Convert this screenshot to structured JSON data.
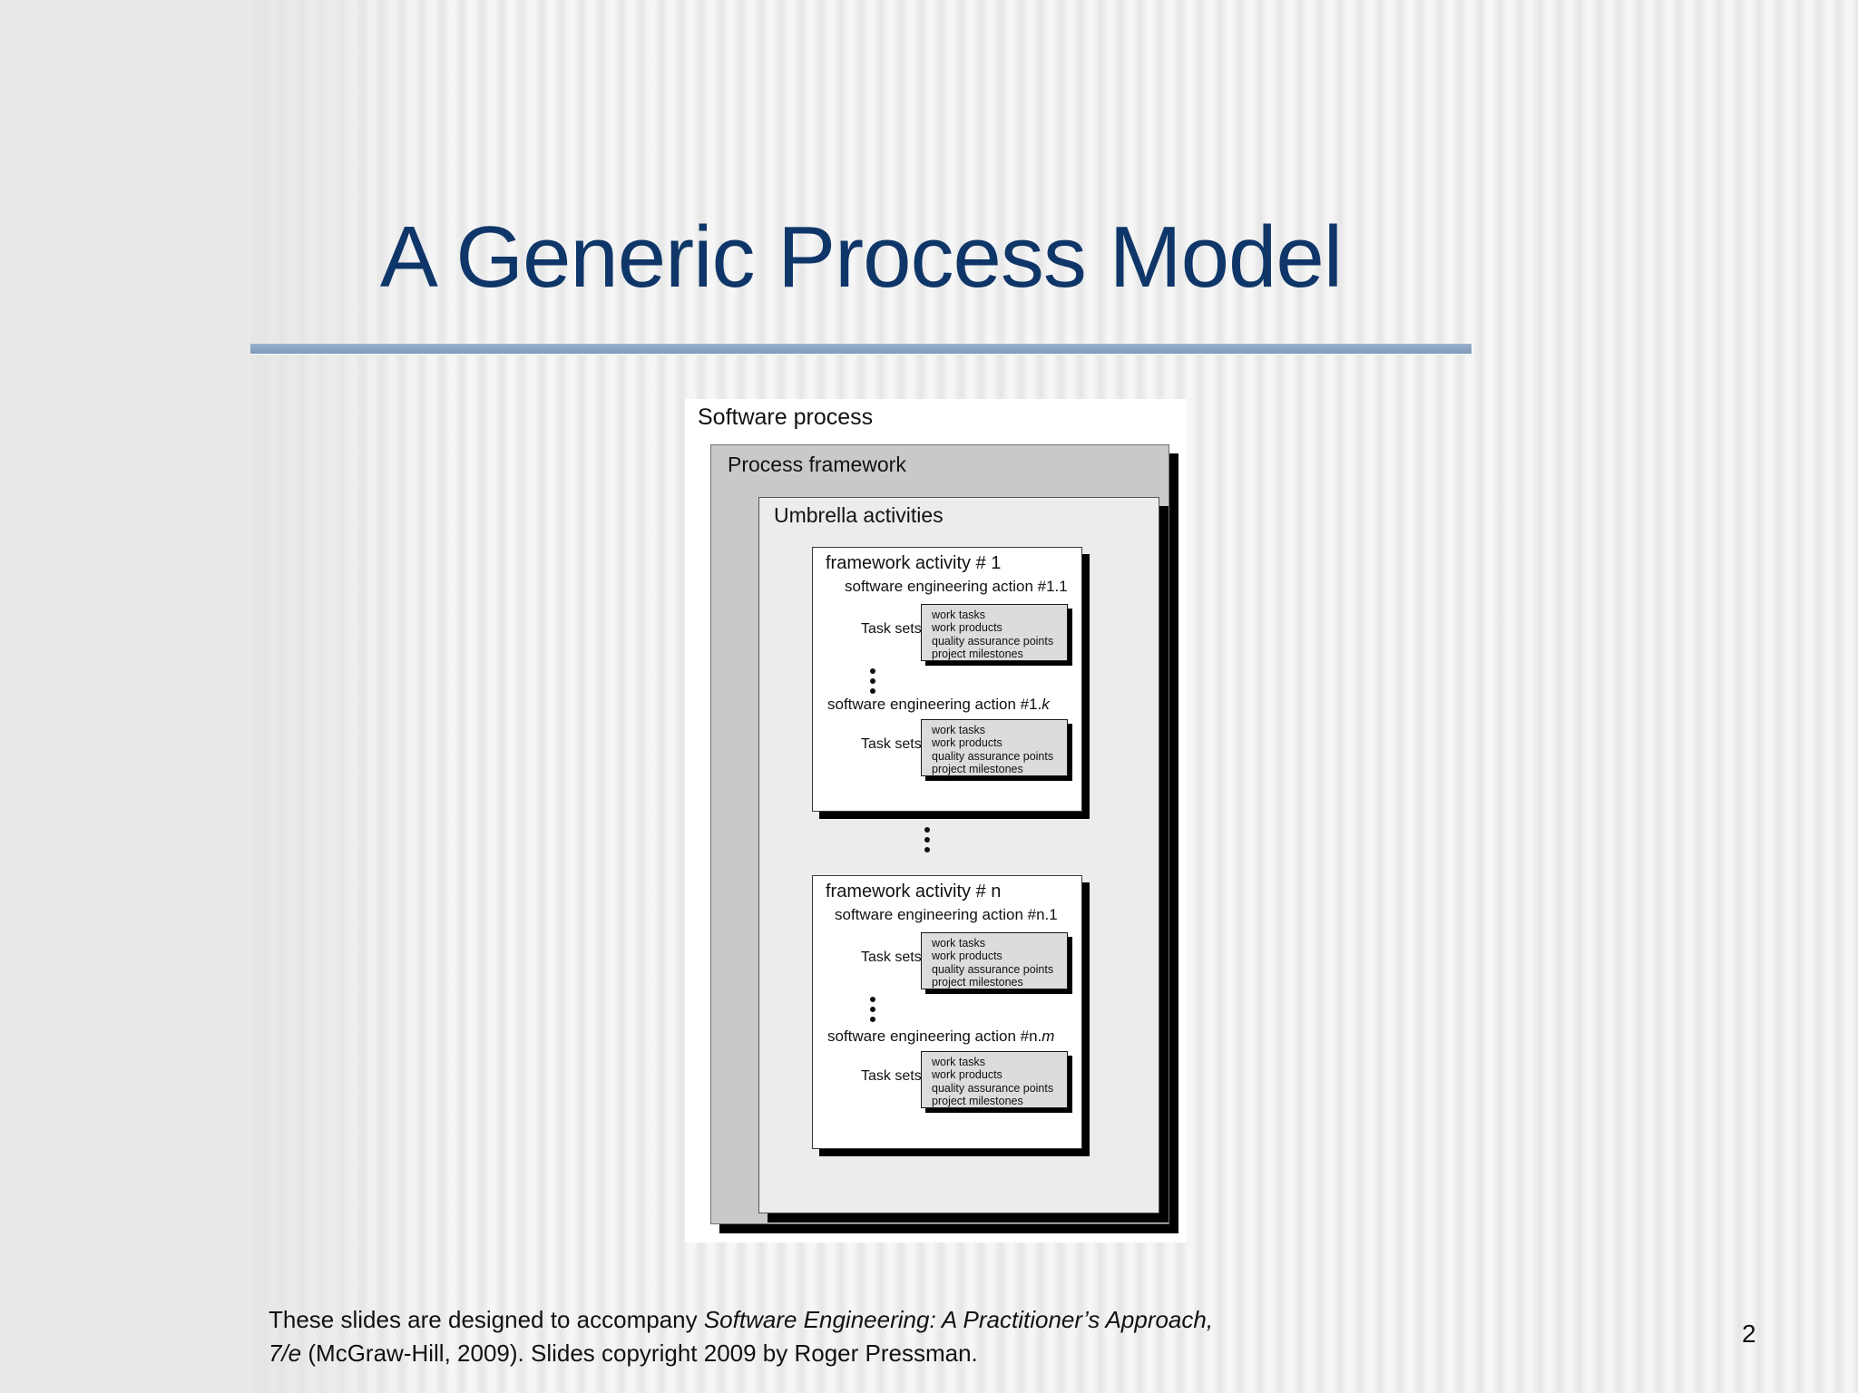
{
  "slide": {
    "title": "A Generic Process Model",
    "page_number": "2",
    "accent_color": "#8aa4c2",
    "title_color": "#0f3668"
  },
  "footer": {
    "line1_pre": "These slides are designed to accompany ",
    "line1_italic": "Software Engineering: A Practitioner’s Approach,",
    "line2_italic": "7/e",
    "line2_post": " (McGraw-Hill, 2009). Slides copyright 2009 by Roger Pressman."
  },
  "diagram": {
    "software_process_label": "Software process",
    "process_framework_label": "Process framework",
    "umbrella_activities_label": "Umbrella activities",
    "task_sets_label": "Task sets",
    "ellipsis_icon": "vertical-ellipsis",
    "task_set_items": [
      "work tasks",
      "work products",
      "quality assurance points",
      "project milestones"
    ],
    "activities": [
      {
        "title": "framework activity # 1",
        "action_first_plain": "software engineering action #1.1",
        "action_last_plain": "software engineering action #1.",
        "action_last_italic": "k"
      },
      {
        "title": "framework activity # n",
        "action_first_plain": "software engineering action #n.1",
        "action_last_plain": "software engineering action #n.",
        "action_last_italic": "m"
      }
    ],
    "colors": {
      "software_process_bg": "#ffffff",
      "process_framework_bg": "#c9c9c9",
      "umbrella_activities_bg": "#ececec",
      "framework_activity_bg": "#ffffff",
      "task_set_bg": "#dcdcdc",
      "shadow": "#000000"
    }
  }
}
